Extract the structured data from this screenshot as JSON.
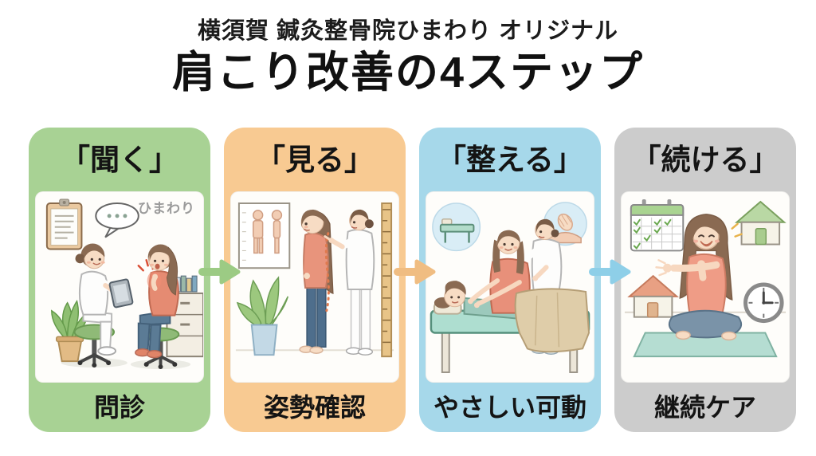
{
  "header": {
    "subtitle": "横須賀 鍼灸整骨院ひまわり オリジナル",
    "title": "肩こり改善の4ステップ"
  },
  "steps": [
    {
      "header": "「聞く」",
      "label": "問診",
      "color": "#a8d294",
      "illustration": "consultation-scene",
      "watermark": "ひまわり"
    },
    {
      "header": "「見る」",
      "label": "姿勢確認",
      "color": "#f8ca92",
      "illustration": "posture-check-scene"
    },
    {
      "header": "「整える」",
      "label": "やさしい可動",
      "color": "#a6d8ea",
      "illustration": "gentle-mobilization-scene"
    },
    {
      "header": "「続ける」",
      "label": "継続ケア",
      "color": "#cccccc",
      "illustration": "home-care-scene"
    }
  ],
  "arrows": [
    {
      "name": "arrow-right-icon",
      "color": "#9ccb84"
    },
    {
      "name": "arrow-right-icon",
      "color": "#f0bd82"
    },
    {
      "name": "arrow-right-icon",
      "color": "#8ecfe8"
    }
  ]
}
